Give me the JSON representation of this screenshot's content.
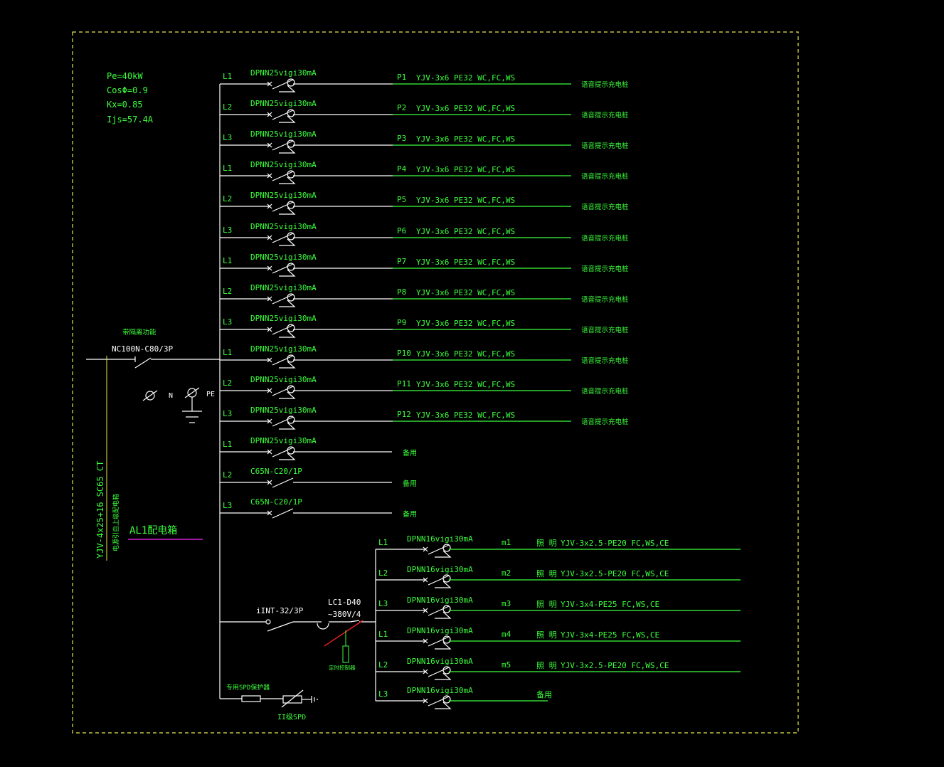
{
  "colors": {
    "background": "#000000",
    "frame": "#e8e84a",
    "line_white": "#ffffff",
    "text_green": "#3cff3c",
    "wire_green": "#3cff3c",
    "magenta": "#d020d0",
    "red": "#e02020"
  },
  "params": [
    "Pe=40kW",
    "CosΦ=0.9",
    "Kx=0.85",
    "Ijs=57.4A"
  ],
  "main": {
    "breaker_note": "带隔离功能",
    "breaker": "NC100N-C80/3P",
    "n_label": "N",
    "pe_label": "PE",
    "incoming_cable": "YJV-4x25+16 SC65 CT",
    "incoming_note": "电源引自上级配电箱",
    "box_name": "AL1配电箱"
  },
  "branches": [
    {
      "phase": "L1",
      "device": "DPNN25vigi30mA",
      "circuit": "P1",
      "cable": "YJV-3x6  PE32  WC,FC,WS",
      "load": "语音提示充电桩"
    },
    {
      "phase": "L2",
      "device": "DPNN25vigi30mA",
      "circuit": "P2",
      "cable": "YJV-3x6  PE32  WC,FC,WS",
      "load": "语音提示充电桩"
    },
    {
      "phase": "L3",
      "device": "DPNN25vigi30mA",
      "circuit": "P3",
      "cable": "YJV-3x6  PE32  WC,FC,WS",
      "load": "语音提示充电桩"
    },
    {
      "phase": "L1",
      "device": "DPNN25vigi30mA",
      "circuit": "P4",
      "cable": "YJV-3x6  PE32  WC,FC,WS",
      "load": "语音提示充电桩"
    },
    {
      "phase": "L2",
      "device": "DPNN25vigi30mA",
      "circuit": "P5",
      "cable": "YJV-3x6  PE32  WC,FC,WS",
      "load": "语音提示充电桩"
    },
    {
      "phase": "L3",
      "device": "DPNN25vigi30mA",
      "circuit": "P6",
      "cable": "YJV-3x6  PE32  WC,FC,WS",
      "load": "语音提示充电桩"
    },
    {
      "phase": "L1",
      "device": "DPNN25vigi30mA",
      "circuit": "P7",
      "cable": "YJV-3x6  PE32  WC,FC,WS",
      "load": "语音提示充电桩"
    },
    {
      "phase": "L2",
      "device": "DPNN25vigi30mA",
      "circuit": "P8",
      "cable": "YJV-3x6  PE32  WC,FC,WS",
      "load": "语音提示充电桩"
    },
    {
      "phase": "L3",
      "device": "DPNN25vigi30mA",
      "circuit": "P9",
      "cable": "YJV-3x6  PE32  WC,FC,WS",
      "load": "语音提示充电桩"
    },
    {
      "phase": "L1",
      "device": "DPNN25vigi30mA",
      "circuit": "P10",
      "cable": "YJV-3x6  PE32  WC,FC,WS",
      "load": "语音提示充电桩"
    },
    {
      "phase": "L2",
      "device": "DPNN25vigi30mA",
      "circuit": "P11",
      "cable": "YJV-3x6  PE32  WC,FC,WS",
      "load": "语音提示充电桩"
    },
    {
      "phase": "L3",
      "device": "DPNN25vigi30mA",
      "circuit": "P12",
      "cable": "YJV-3x6  PE32  WC,FC,WS",
      "load": "语音提示充电桩"
    },
    {
      "phase": "L1",
      "device": "DPNN25vigi30mA",
      "circuit": "",
      "cable": "",
      "load": "备用"
    },
    {
      "phase": "L2",
      "device": "C65N-C20/1P",
      "circuit": "",
      "cable": "",
      "load": "备用"
    },
    {
      "phase": "L3",
      "device": "C65N-C20/1P",
      "circuit": "",
      "cable": "",
      "load": "备用"
    }
  ],
  "sub": {
    "switch": "iINT-32/3P",
    "contactor": "LC1-D40",
    "voltage": "~380V/4",
    "control_note": "定时控制器",
    "spd_breaker_note": "专用SPD保护器",
    "spd_label": "II级SPD"
  },
  "sub_branches": [
    {
      "phase": "L1",
      "device": "DPNN16vigi30mA",
      "circuit": "m1",
      "load": "照 明",
      "cable": "YJV-3x2.5-PE20  FC,WS,CE"
    },
    {
      "phase": "L2",
      "device": "DPNN16vigi30mA",
      "circuit": "m2",
      "load": "照 明",
      "cable": "YJV-3x2.5-PE20  FC,WS,CE"
    },
    {
      "phase": "L3",
      "device": "DPNN16vigi30mA",
      "circuit": "m3",
      "load": "照 明",
      "cable": "YJV-3x4-PE25  FC,WS,CE"
    },
    {
      "phase": "L1",
      "device": "DPNN16vigi30mA",
      "circuit": "m4",
      "load": "照 明",
      "cable": "YJV-3x4-PE25  FC,WS,CE"
    },
    {
      "phase": "L2",
      "device": "DPNN16vigi30mA",
      "circuit": "m5",
      "load": "照 明",
      "cable": "YJV-3x2.5-PE20  FC,WS,CE"
    },
    {
      "phase": "L3",
      "device": "DPNN16vigi30mA",
      "circuit": "",
      "load": "备用",
      "cable": ""
    }
  ]
}
